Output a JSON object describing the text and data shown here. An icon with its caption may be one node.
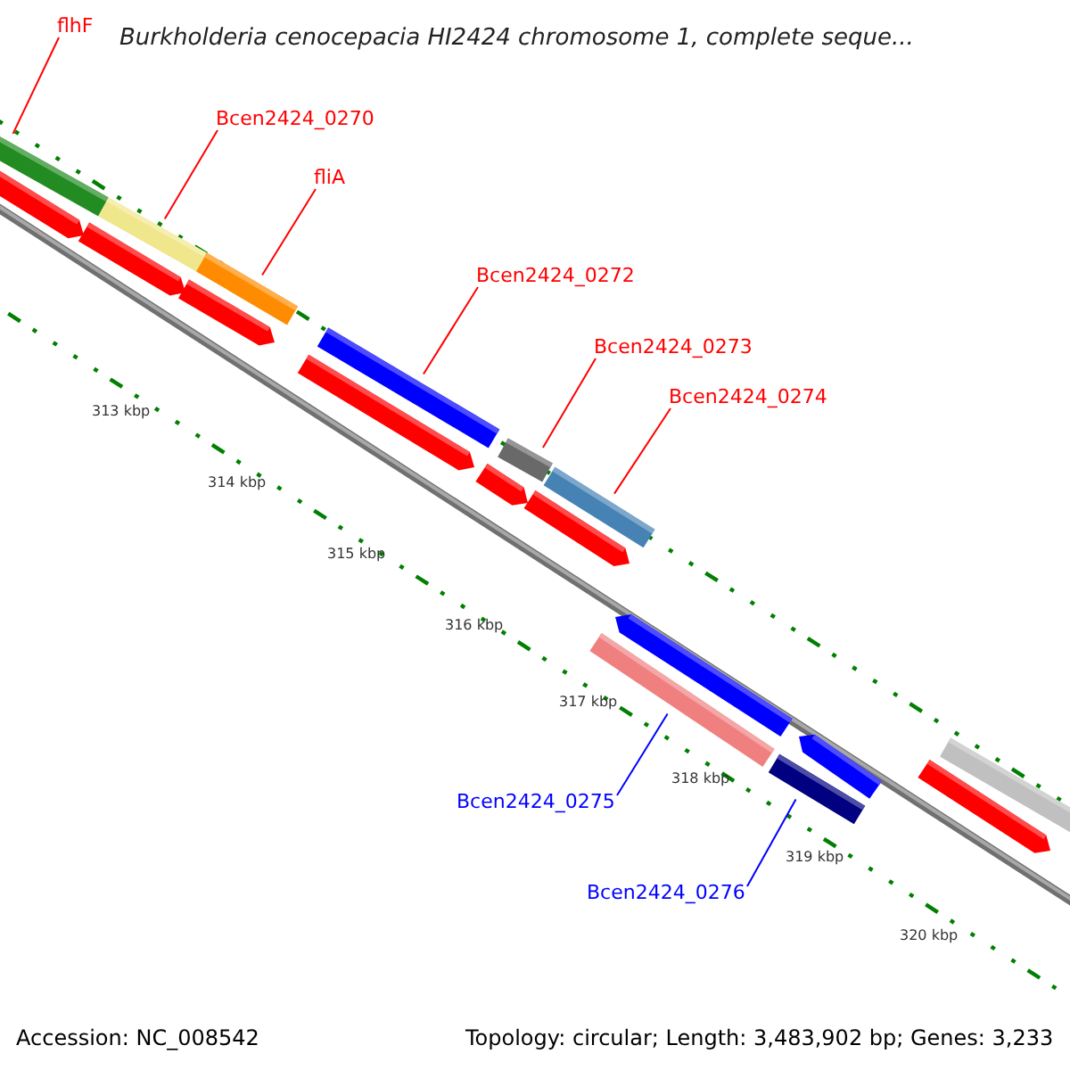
{
  "diagram": {
    "title": "Burkholderia cenocepacia HI2424 chromosome 1, complete seque...",
    "nodes": [
      {
        "text": [
          "flhF"
        ]
      },
      {
        "text": [],
        "shape": "bar"
      },
      {
        "text": [
          "Bcen2424_0270"
        ]
      },
      {
        "text": [],
        "shape": "bar"
      },
      {
        "text": [
          "fliA"
        ]
      },
      {
        "text": [],
        "shape": "bar"
      },
      {
        "text": [
          "Bcen2424_0272"
        ]
      },
      {
        "text": [],
        "shape": "bar"
      },
      {
        "text": [
          "Bcen2424_0273"
        ]
      },
      {
        "text": [],
        "shape": "bar"
      },
      {
        "text": [
          "Bcen2424_0274"
        ]
      },
      {
        "text": [],
        "shape": "bar"
      },
      {
        "text": [
          "Bcen2424_0275"
        ]
      },
      {
        "text": [],
        "shape": "bar"
      },
      {
        "text": [
          "Bcen2424_0276"
        ]
      },
      {
        "text": [],
        "shape": "bar"
      }
    ],
    "edges": [
      {
        "from": 0,
        "to": 1,
        "arrow": "none"
      },
      {
        "from": 2,
        "to": 3,
        "arrow": "none"
      },
      {
        "from": 4,
        "to": 5,
        "arrow": "none"
      },
      {
        "from": 6,
        "to": 7,
        "arrow": "none"
      },
      {
        "from": 8,
        "to": 9,
        "arrow": "none"
      },
      {
        "from": 10,
        "to": 11,
        "arrow": "none"
      },
      {
        "from": 12,
        "to": 13,
        "arrow": "none",
        "color": "#0000ff"
      },
      {
        "from": 14,
        "to": 15,
        "arrow": "none",
        "color": "#0000ff"
      }
    ],
    "labels": [
      "313 kbp",
      "314 kbp",
      "315 kbp",
      "316 kbp",
      "317 kbp",
      "318 kbp",
      "319 kbp",
      "320 kbp",
      "Accession: NC_008542",
      "Topology: circular; Length: 3,483,902 bp; Genes: 3,233"
    ]
  }
}
